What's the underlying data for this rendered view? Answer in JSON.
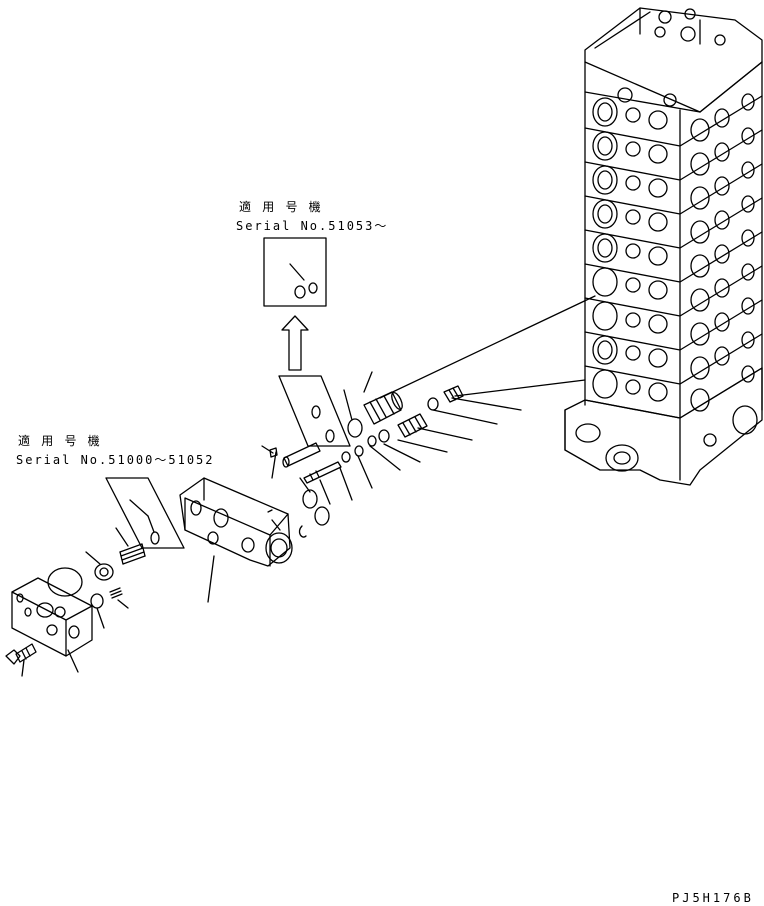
{
  "note_upper": {
    "heading": "適 用 号 機",
    "serial": "Serial No.51053～"
  },
  "note_lower": {
    "heading": "適 用 号 機",
    "serial": "Serial No.51000～51052"
  },
  "drawing_code": "PJ5H176B",
  "colors": {
    "line": "#000000",
    "background": "#ffffff"
  }
}
